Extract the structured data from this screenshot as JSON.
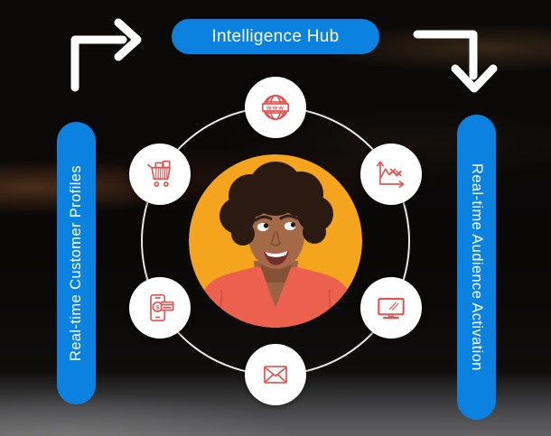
{
  "hub_pill": {
    "label": "Intelligence Hub"
  },
  "left_pill": {
    "label": "Real-time Customer Profiles"
  },
  "right_pill": {
    "label": "Real-time Audience Activation"
  },
  "globe_banner": {
    "text": "WWW"
  },
  "payment_icon": {
    "currency_symbol": "$"
  },
  "channel_icons": [
    {
      "name": "globe-www-icon",
      "position": "top"
    },
    {
      "name": "analytics-chart-icon",
      "position": "upper-right"
    },
    {
      "name": "tv-screen-icon",
      "position": "lower-right"
    },
    {
      "name": "email-envelope-icon",
      "position": "bottom"
    },
    {
      "name": "mobile-payment-icon",
      "position": "lower-left"
    },
    {
      "name": "shopping-cart-icon",
      "position": "upper-left"
    }
  ],
  "colors": {
    "pill_blue": "#0C82E0",
    "icon_red": "#E15551",
    "arrow_white": "#FFFFFF",
    "ring_white": "#F5F5F5",
    "center_bg_yellow": "#F5A41E"
  }
}
